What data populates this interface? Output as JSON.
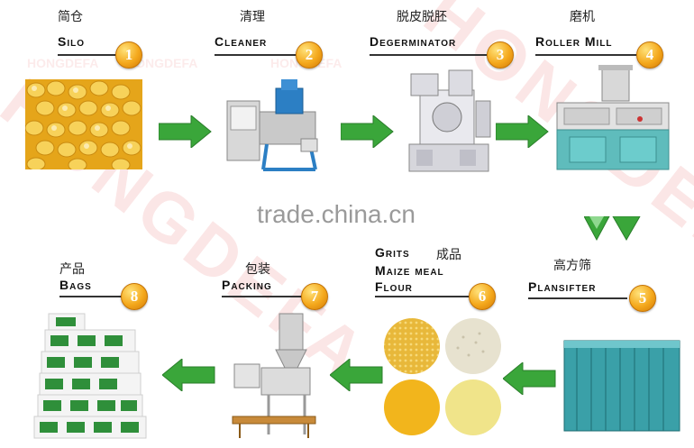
{
  "steps": [
    {
      "cn": "简仓",
      "en": "Silo",
      "num": "1"
    },
    {
      "cn": "清理",
      "en": "Cleaner",
      "num": "2"
    },
    {
      "cn": "脱皮脱胚",
      "en": "Degerminator",
      "num": "3"
    },
    {
      "cn": "磨机",
      "en": "Roller Mill",
      "num": "4"
    },
    {
      "cn": "高方筛",
      "en": "Plansifter",
      "num": "5"
    },
    {
      "cn": "成品",
      "en_lines": [
        "Grits",
        "Maize meal",
        "Flour"
      ],
      "num": "6"
    },
    {
      "cn": "包装",
      "en": "Packing",
      "num": "7"
    },
    {
      "cn": "产品",
      "en": "Bags",
      "num": "8"
    }
  ],
  "watermark_text": "trade.china.cn",
  "brand_watermark": "HONGDEFA",
  "colors": {
    "arrow": "#3aa63a",
    "badge": "#f4a81c",
    "rule": "#333333"
  }
}
